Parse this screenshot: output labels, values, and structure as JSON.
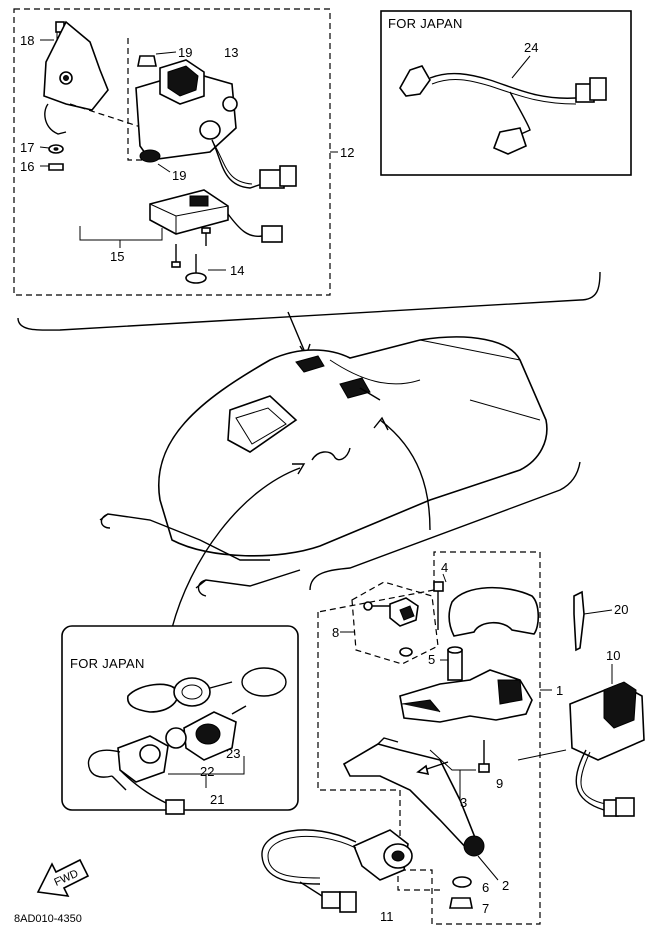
{
  "diagram": {
    "part_code": "8AD010-4350",
    "fwd_badge": "FWD",
    "insets": {
      "japan_top": "FOR JAPAN",
      "japan_bottom": "FOR JAPAN"
    },
    "callouts": {
      "c1": "1",
      "c2": "2",
      "c3": "3",
      "c4": "4",
      "c5": "5",
      "c6": "6",
      "c7": "7",
      "c8": "8",
      "c9": "9",
      "c10": "10",
      "c11": "11",
      "c12": "12",
      "c13": "13",
      "c14": "14",
      "c15": "15",
      "c16": "16",
      "c17": "17",
      "c18": "18",
      "c19a": "19",
      "c19b": "19",
      "c20": "20",
      "c21": "21",
      "c22": "22",
      "c23": "23",
      "c24": "24"
    }
  }
}
